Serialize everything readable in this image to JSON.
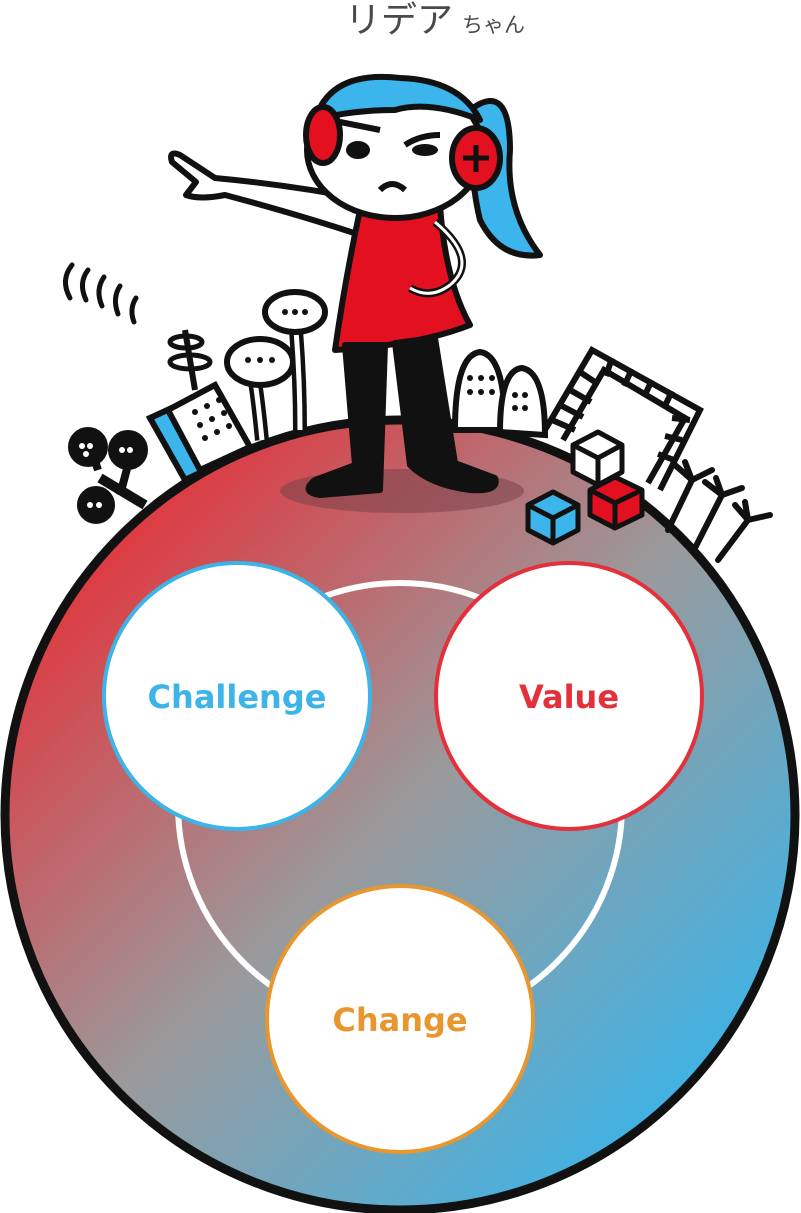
{
  "title": {
    "main": "リデア",
    "suffix": "ちゃん"
  },
  "bubbles": [
    {
      "label": "Challenge",
      "color": "#3cb4e8"
    },
    {
      "label": "Value",
      "color": "#e3303a"
    },
    {
      "label": "Change",
      "color": "#e8962e"
    }
  ],
  "colors": {
    "globe_gradient_start": "#e3333b",
    "globe_gradient_end": "#3bb4e8",
    "outline": "#111111",
    "accent_red": "#e3101f",
    "accent_blue": "#3cb4ec"
  },
  "character": {
    "icon": "girl-with-headphones-icon"
  }
}
